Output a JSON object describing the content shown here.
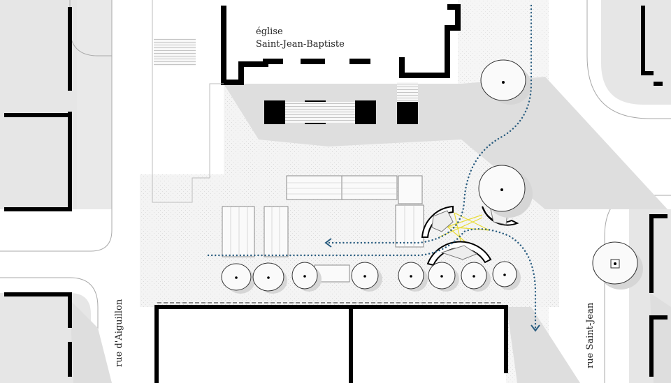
{
  "labels": {
    "church_line1": "église",
    "church_line2": "Saint-Jean-Baptiste",
    "street_left": "rue d'Aiguillon",
    "street_right": "rue Saint-Jean"
  },
  "colors": {
    "background": "#ffffff",
    "shadow": "#e3e3e3",
    "paving": "#f3f3f3",
    "walls": "#000000",
    "path": "#2a5d80",
    "light_lines": "#e8dc3a",
    "outline": "#555555"
  }
}
